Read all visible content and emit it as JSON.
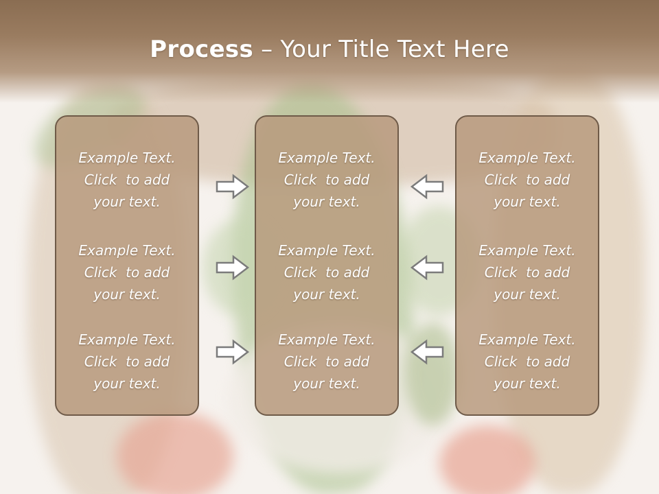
{
  "slide": {
    "title_bold": "Process",
    "title_rest": " – Your Title Text Here"
  },
  "columns": [
    {
      "blocks": [
        [
          "Example Text.",
          "Click  to add",
          "your text."
        ],
        [
          "Example Text.",
          "Click  to add",
          "your text."
        ],
        [
          "Example Text.",
          "Click  to add",
          "your text."
        ]
      ]
    },
    {
      "blocks": [
        [
          "Example Text.",
          "Click  to add",
          "your text."
        ],
        [
          "Example Text.",
          "Click  to add",
          "your text."
        ],
        [
          "Example Text.",
          "Click  to add",
          "your text."
        ]
      ]
    },
    {
      "blocks": [
        [
          "Example Text.",
          "Click  to add",
          "your text."
        ],
        [
          "Example Text.",
          "Click  to add",
          "your text."
        ],
        [
          "Example Text.",
          "Click  to add",
          "your text."
        ]
      ]
    }
  ],
  "arrows": {
    "left_set": "right-arrow-icon",
    "right_set": "left-arrow-icon"
  },
  "colors": {
    "title_bar": "#8a6d52",
    "box_fill": "#b89a7d",
    "box_border": "#6e5a48",
    "text": "#ffffff"
  }
}
